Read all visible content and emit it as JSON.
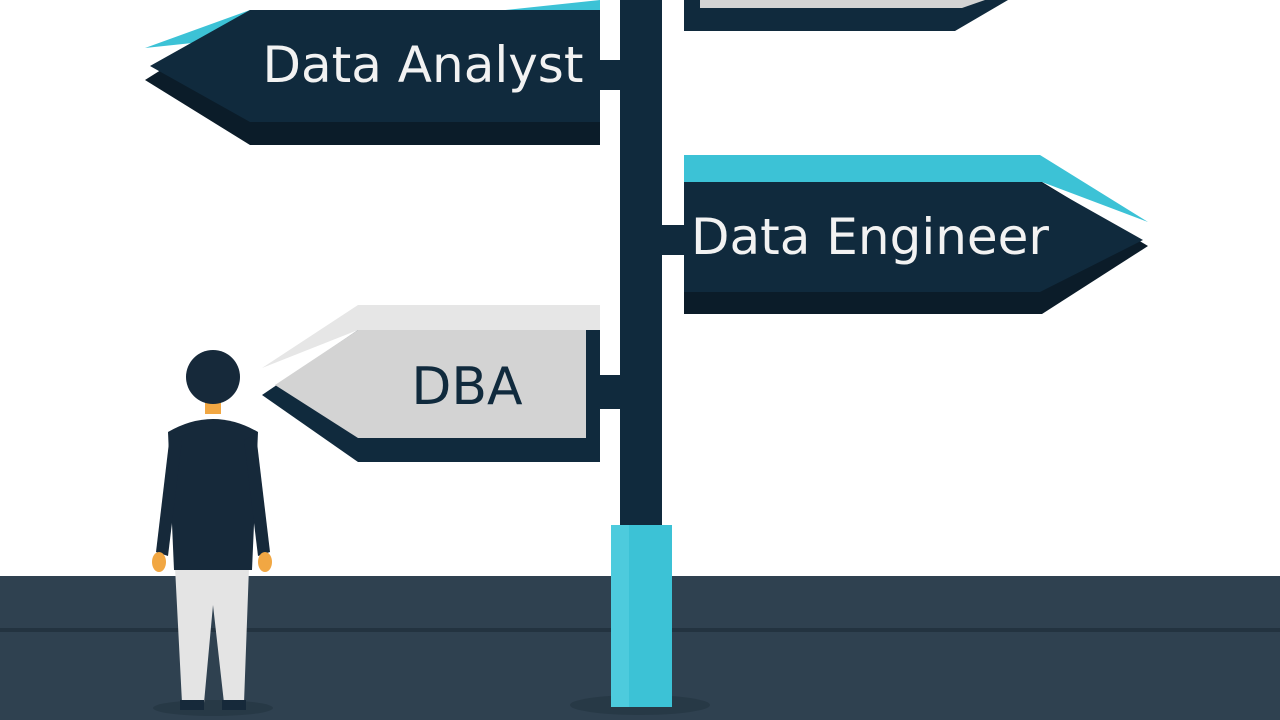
{
  "colors": {
    "background": "#ffffff",
    "sign_dark": "#102a3d",
    "sign_shadow": "#0b1c29",
    "sign_light": "#d3d3d3",
    "sign_light_top": "#e6e6e6",
    "accent_cyan": "#3cc2d6",
    "ground": "#2f4150",
    "ground_dark": "#233340",
    "person_top": "#16293a",
    "person_skin": "#f1a743",
    "person_pants": "#e4e4e4",
    "text_light": "#f2f2f2",
    "text_dark": "#102a3d"
  },
  "signs": {
    "data_analyst": {
      "label": "Data Analyst",
      "direction": "left"
    },
    "data_engineer": {
      "label": "Data Engineer",
      "direction": "right"
    },
    "dba": {
      "label": "DBA",
      "direction": "left"
    }
  },
  "person": {
    "icon": "person-standing-icon"
  }
}
